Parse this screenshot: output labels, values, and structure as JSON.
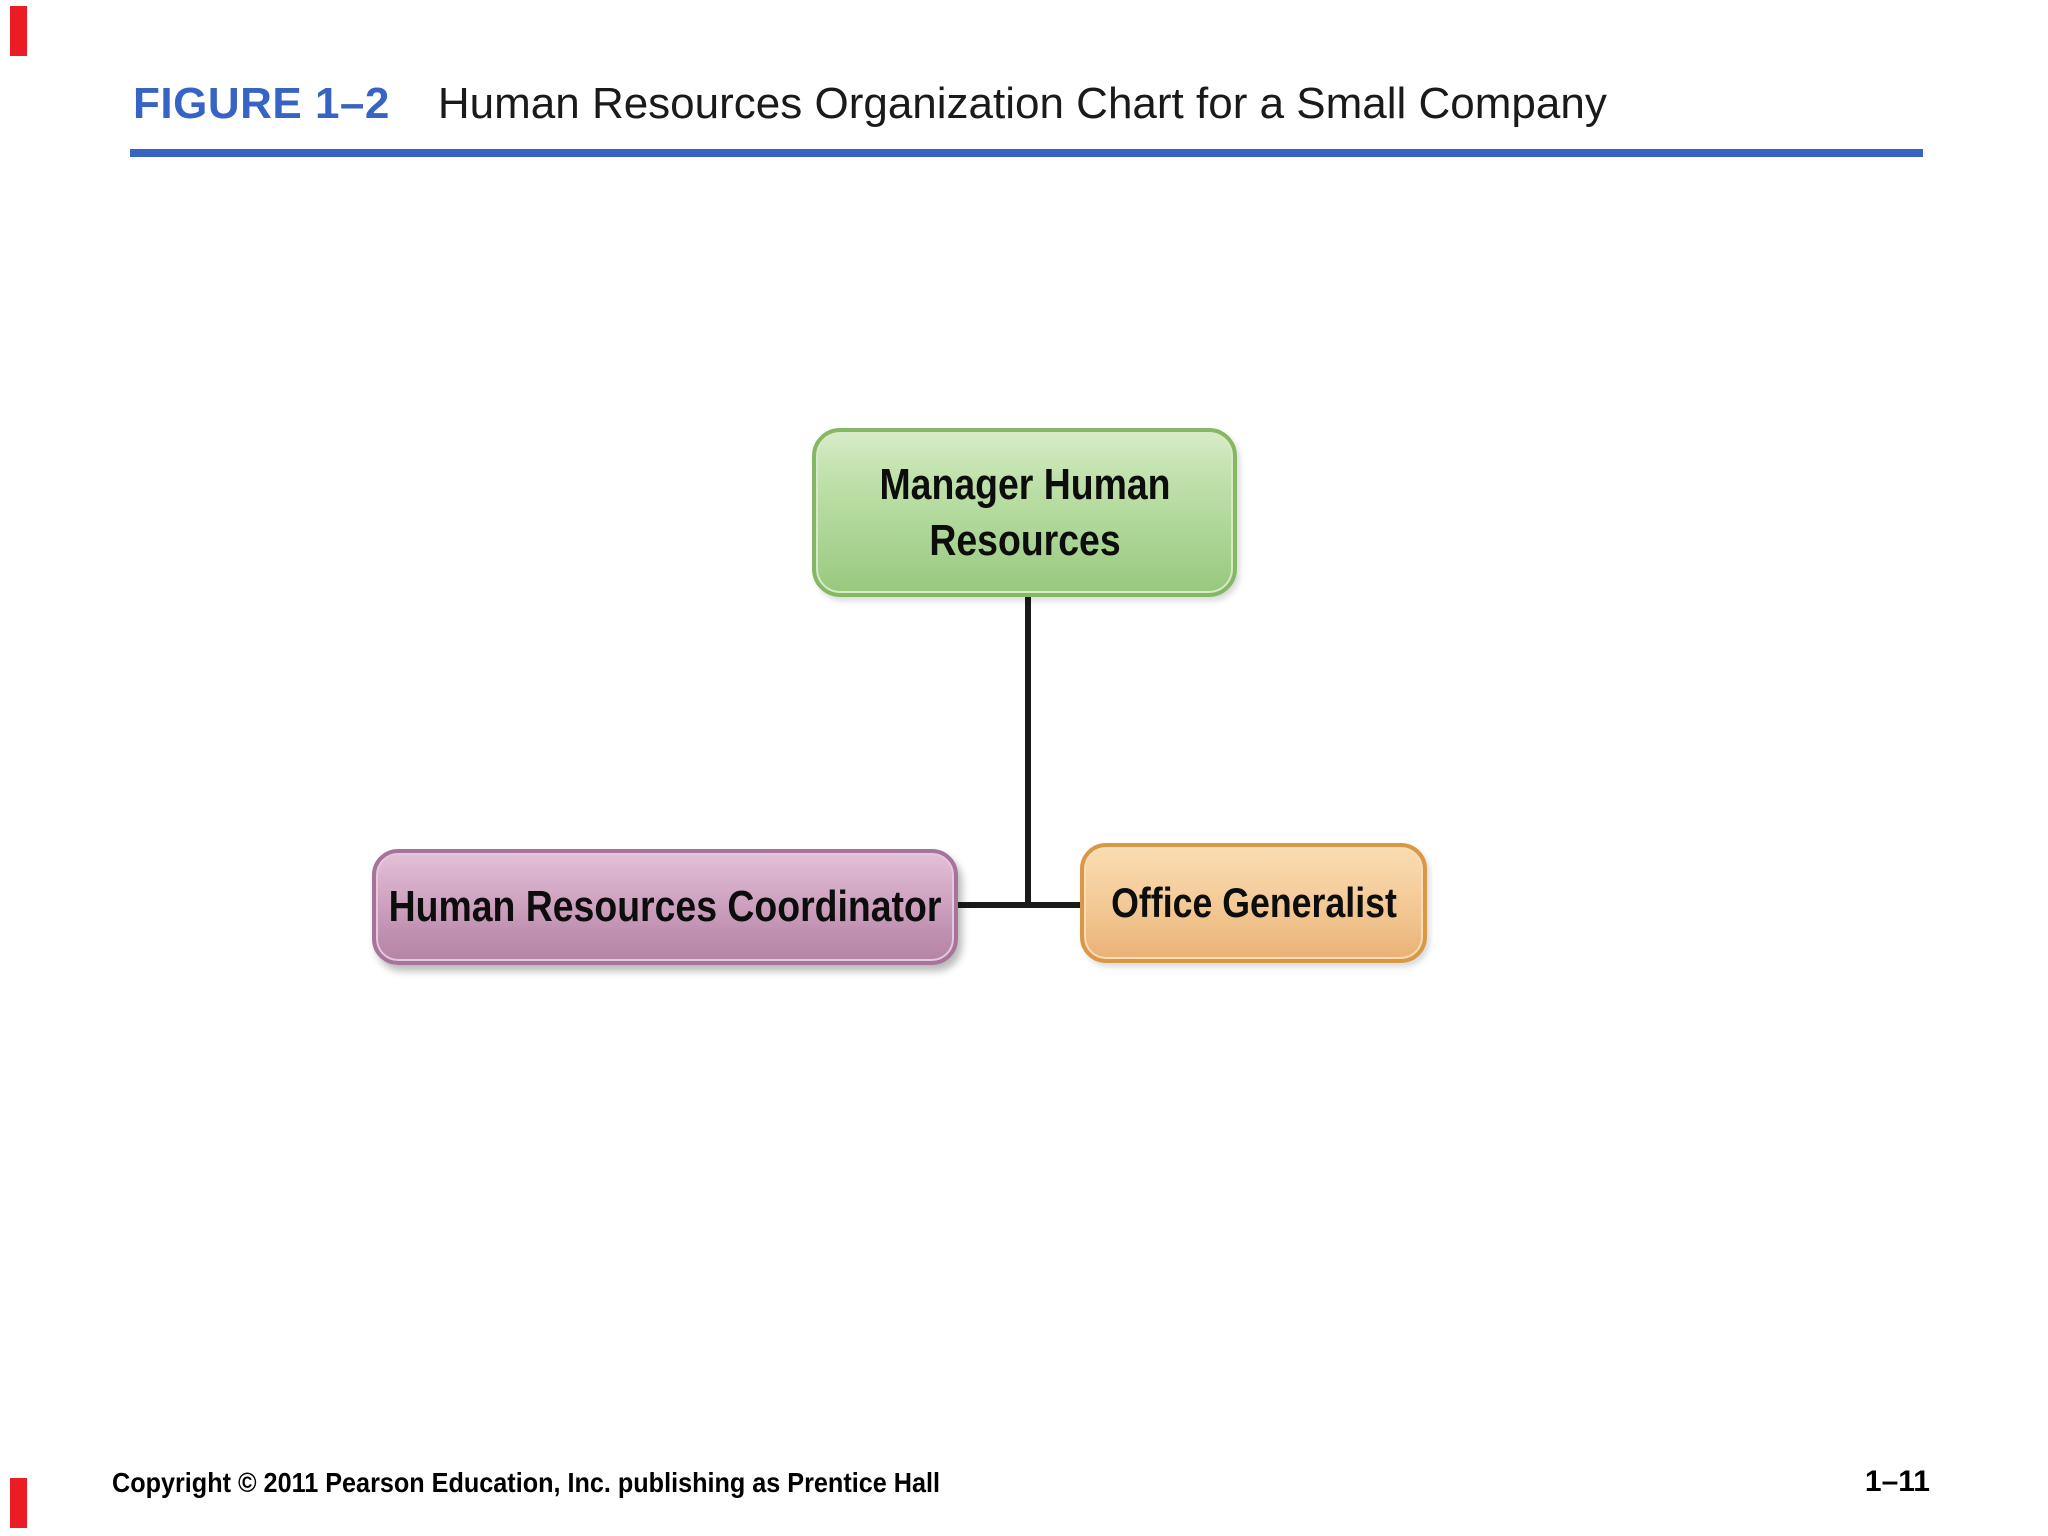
{
  "header": {
    "figure_label": "FIGURE 1–2",
    "figure_title": "Human Resources Organization Chart for a Small Company"
  },
  "org_chart": {
    "type": "org-chart",
    "nodes": [
      {
        "id": "manager",
        "label": "Manager Human Resources",
        "fill": "#AED59B",
        "border": "#86B765",
        "level": 1
      },
      {
        "id": "coordinator",
        "label": "Human Resources Coordinator",
        "fill": "#C89BBA",
        "border": "#A6749A",
        "level": 2
      },
      {
        "id": "generalist",
        "label": "Office Generalist",
        "fill": "#F3CC97",
        "border": "#DB9748",
        "level": 2
      }
    ],
    "edges": [
      {
        "from": "manager",
        "to": "coordinator"
      },
      {
        "from": "manager",
        "to": "generalist"
      }
    ],
    "line_color": "#1A1A1A"
  },
  "footer": {
    "copyright": "Copyright © 2011 Pearson Education, Inc. publishing as Prentice Hall",
    "page_number": "1–11"
  },
  "colors": {
    "accent_blue": "#3763C4",
    "edge_mark_red": "#EC1C24",
    "text_black": "#0D0D0D"
  }
}
